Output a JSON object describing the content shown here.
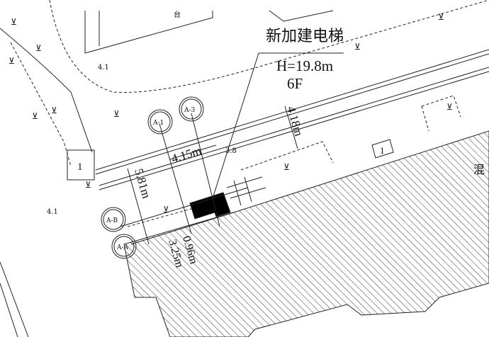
{
  "labels": {
    "elevator_title": "新加建电梯",
    "elevator_height": "H=19.8m",
    "elevator_floors": "6F",
    "top_label": "台",
    "elev_41_a": "4.1",
    "elev_41_b": "4.1",
    "elev_38": "3.8",
    "dim_415": "4.15m",
    "dim_418": "4.18m",
    "dim_581": "5.81m",
    "dim_096": "0.96m",
    "dim_325": "3.25m",
    "box_1_left": "1",
    "box_1_right": "1",
    "building_text": "混",
    "axis_a1": "A-1",
    "axis_a3": "A-3",
    "axis_ab": "A-B",
    "axis_aa": "A-A"
  },
  "colors": {
    "line": "#222222",
    "fill": "#000000"
  }
}
